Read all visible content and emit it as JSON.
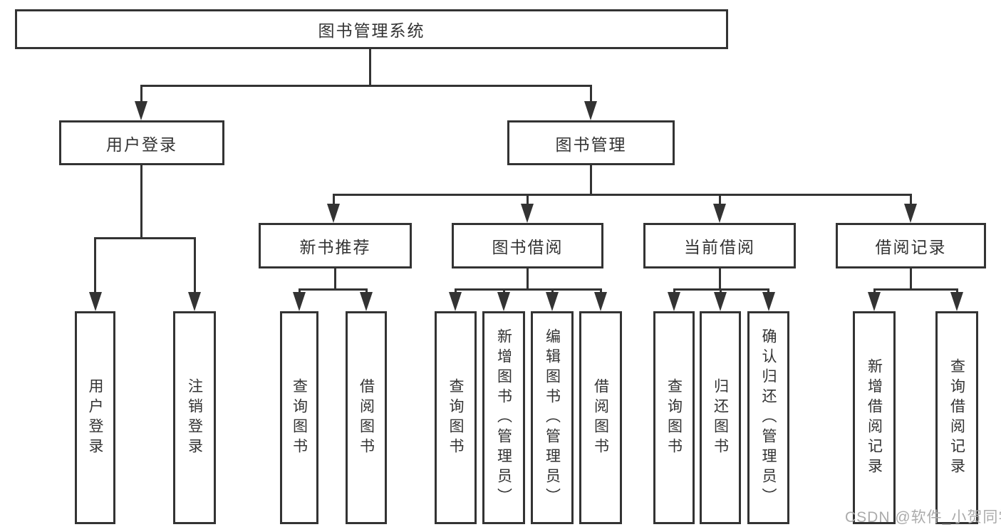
{
  "colors": {
    "line": "#333333",
    "box_border": "#333333",
    "text": "#333333",
    "background": "#ffffff",
    "watermark": "#ababab"
  },
  "watermark": "CSDN @软件_小贺同学",
  "tree": {
    "root": {
      "label": "图书管理系统"
    },
    "branches": [
      {
        "label": "用户登录",
        "children": [
          {
            "label": "用户登录"
          },
          {
            "label": "注销登录"
          }
        ]
      },
      {
        "label": "图书管理",
        "children": [
          {
            "label": "新书推荐",
            "children": [
              {
                "label": "查询图书"
              },
              {
                "label": "借阅图书"
              }
            ]
          },
          {
            "label": "图书借阅",
            "children": [
              {
                "label": "查询图书"
              },
              {
                "label": "新增图书（管理员）"
              },
              {
                "label": "编辑图书（管理员）"
              },
              {
                "label": "借阅图书"
              }
            ]
          },
          {
            "label": "当前借阅",
            "children": [
              {
                "label": "查询图书"
              },
              {
                "label": "归还图书"
              },
              {
                "label": "确认归还（管理员）"
              }
            ]
          },
          {
            "label": "借阅记录",
            "children": [
              {
                "label": "新增借阅记录"
              },
              {
                "label": "查询借阅记录"
              }
            ]
          }
        ]
      }
    ]
  }
}
